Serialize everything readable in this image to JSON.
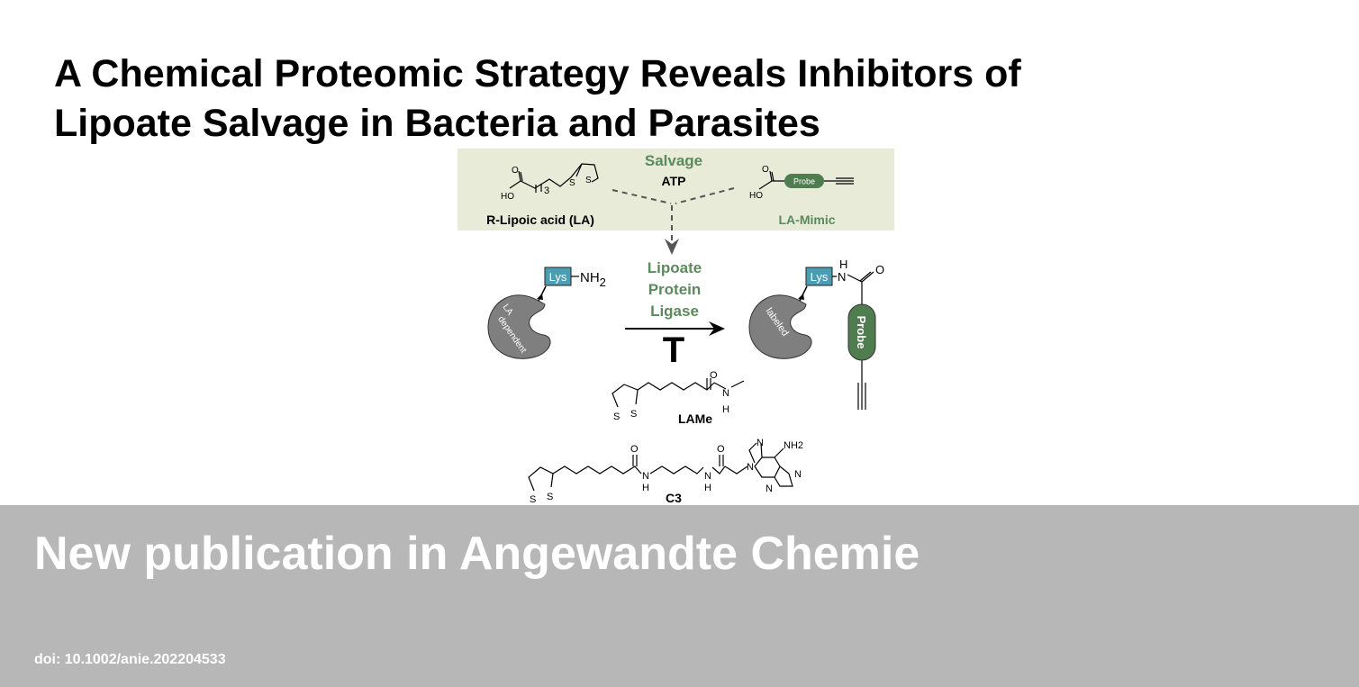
{
  "title": {
    "line1": "A Chemical Proteomic Strategy Reveals Inhibitors of",
    "line2": "Lipoate Salvage in Bacteria and Parasites"
  },
  "diagram": {
    "salvage": "Salvage",
    "atp": "ATP",
    "lipoic_acid": "R-Lipoic acid (LA)",
    "la_mimic": "LA-Mimic",
    "probe": "Probe",
    "ho": "HO",
    "o": "O",
    "subscript_3": "3",
    "s": "S",
    "enzyme_label": [
      "Lipoate",
      "Protein",
      "Ligase"
    ],
    "lys": "Lys",
    "nh2": "NH",
    "two": "2",
    "la_dependent": [
      "LA",
      "dependent"
    ],
    "labeled": "labeled",
    "h": "H",
    "n": "N",
    "inhibit": "T",
    "lame": "LAMe",
    "c3": "C3",
    "nh2_adenine": "NH2"
  },
  "footer": {
    "headline": "New publication in Angewandte Chemie",
    "doi": "doi: 10.1002/anie.202204533"
  },
  "colors": {
    "green": "#5b8a5c",
    "probe_green": "#4f7d50",
    "box_bg": "#e7ebd8",
    "lys_teal": "#4b9db3",
    "enzyme_gray": "#7f7f7f",
    "band": "#b7b7b7"
  }
}
